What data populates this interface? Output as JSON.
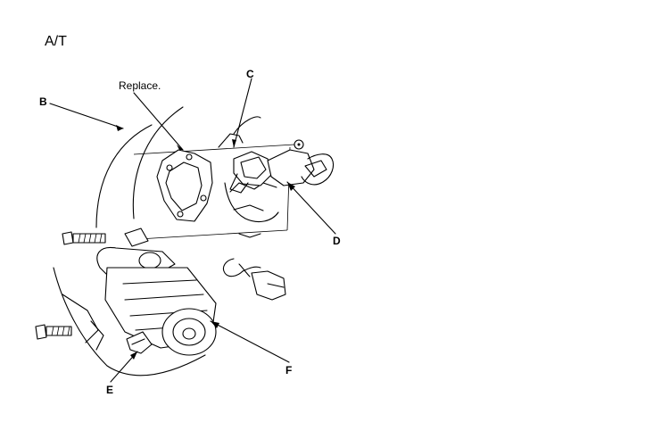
{
  "title": "A/T",
  "note": "Replace.",
  "callouts": {
    "b": "B",
    "c": "C",
    "d": "D",
    "e": "E",
    "f": "F"
  }
}
